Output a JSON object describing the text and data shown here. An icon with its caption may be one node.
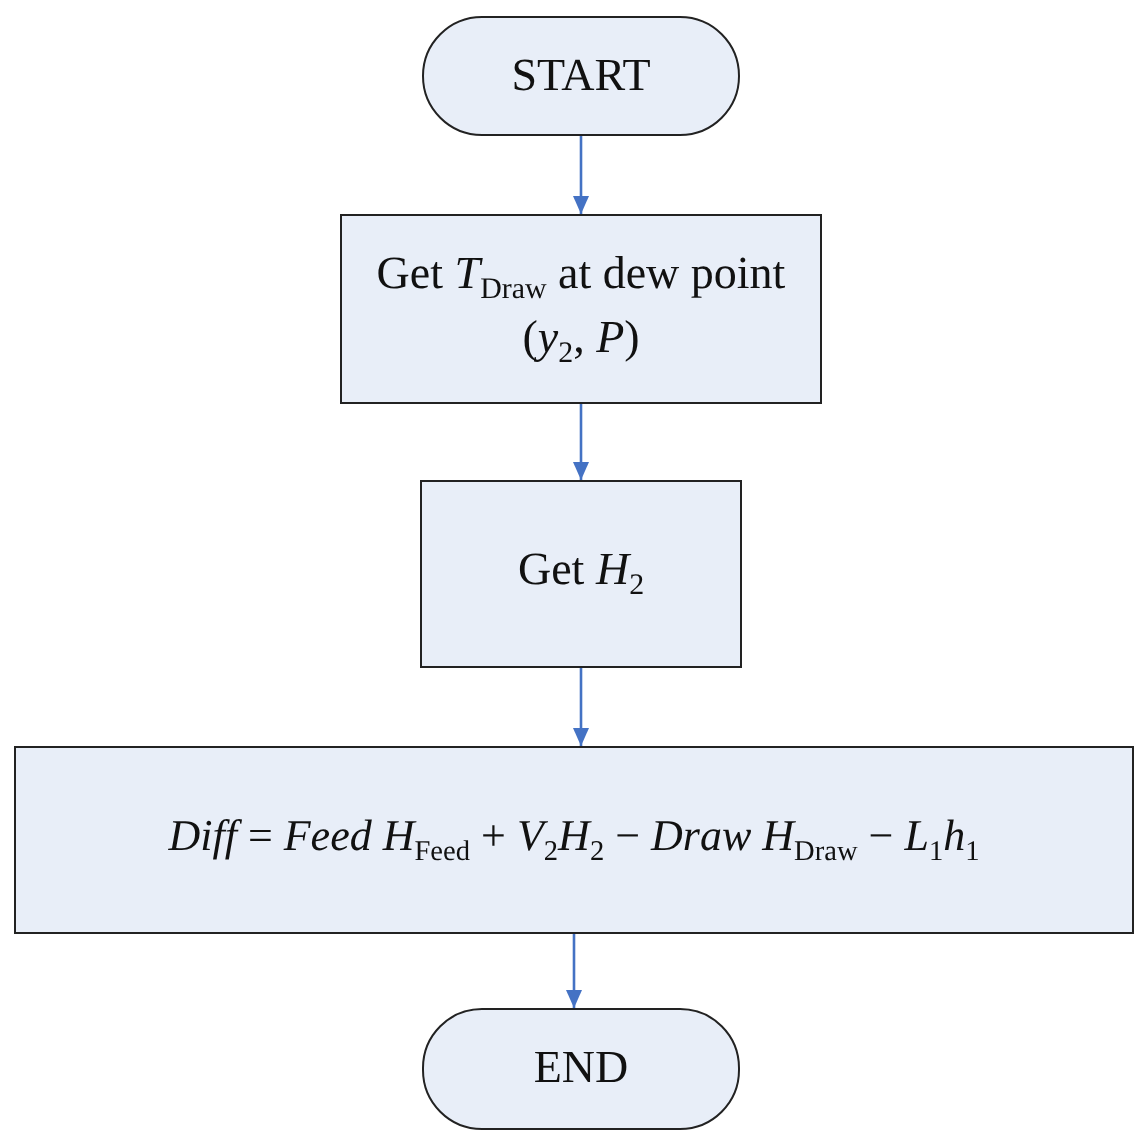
{
  "diagram": {
    "nodes": [
      {
        "text": [
          "START"
        ]
      },
      {
        "text": [
          "Get *T*$_{Draw}$ at dew point (*y*$_{2}$, *P*)"
        ]
      },
      {
        "text": [
          "Get *H*$_{2}$"
        ]
      },
      {
        "text": [
          "*Diff* = *Feed H*$_{Feed}$ + *V*$_{2}$*H*$_{2}$ − *Draw H*$_{Draw}$ − *L*$_{1}$*h*$_{1}$"
        ]
      },
      {
        "text": [
          "END"
        ]
      }
    ],
    "edges": [
      {
        "from": 0,
        "to": 1,
        "arrow": "to"
      },
      {
        "from": 1,
        "to": 2,
        "arrow": "to"
      },
      {
        "from": 2,
        "to": 3,
        "arrow": "to"
      },
      {
        "from": 3,
        "to": 4,
        "arrow": "to"
      }
    ]
  }
}
